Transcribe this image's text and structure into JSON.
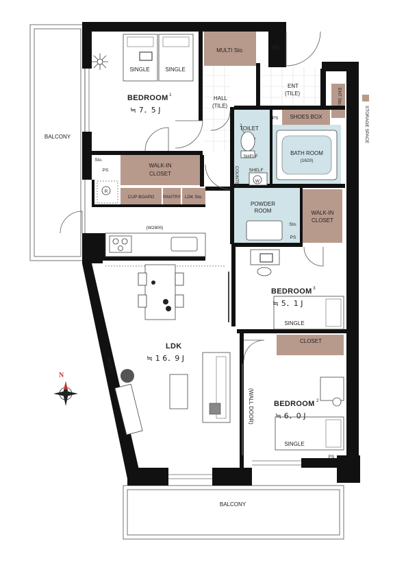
{
  "rooms": {
    "bedroom1": {
      "name": "BEDROOM",
      "sup": "1",
      "size": "≒ 7．5 J",
      "beds": [
        "SINGLE",
        "SINGLE"
      ]
    },
    "bedroom2": {
      "name": "BEDROOM",
      "sup": "2",
      "size": "≒ 6．0 J",
      "bed": "SINGLE"
    },
    "bedroom3": {
      "name": "BEDROOM",
      "sup": "3",
      "size": "≒ 5．1 J",
      "bed": "SINGLE"
    },
    "ldk": {
      "name": "LDK",
      "size": "≒ 1 6．9 J",
      "counter_width": "(W2800)"
    },
    "hall": {
      "line1": "HALL",
      "line2": "(TILE)"
    },
    "ent": {
      "line1": "ENT",
      "line2": "(TILE)"
    },
    "toilet": "TOILET",
    "bath": {
      "line1": "BATH ROOM",
      "line2": "(1620)"
    },
    "powder": {
      "line1": "POWDER",
      "line2": "ROOM"
    }
  },
  "storage": {
    "multi": "MULTI Sto.",
    "mb": "MB",
    "ent_sto": "ENT Sto.",
    "shoes_box": "SHOES BOX",
    "walk_in_closet_1": {
      "line1": "WALK-IN",
      "line2": "CLOSET"
    },
    "walk_in_closet_2": {
      "line1": "WALK-IN",
      "line2": "CLOSET"
    },
    "cup_board": "CUP BOARD",
    "pantry": "PANTRY",
    "ldk_sto": "LDK Sto.",
    "closet": "CLOSET",
    "shelf_a": "SHELF",
    "shelf_b": "SHELF",
    "counter": "COUNTER",
    "sto_a": "Sto.",
    "sto_b": "Sto."
  },
  "misc": {
    "ps": "PS",
    "balcony_left": "BALCONY",
    "balcony_bottom": "BALCONY",
    "wall_door": "(WALL DOOR)",
    "storage_space_legend": "STORAGE SPACE",
    "north": "N",
    "washer": "W",
    "fridge": "R",
    "shoes_label": "SHOES"
  },
  "colors": {
    "storage": "#b89a8c",
    "wet_area": "#cfe3e8",
    "wall": "#111111",
    "floor": "#ffffff"
  }
}
